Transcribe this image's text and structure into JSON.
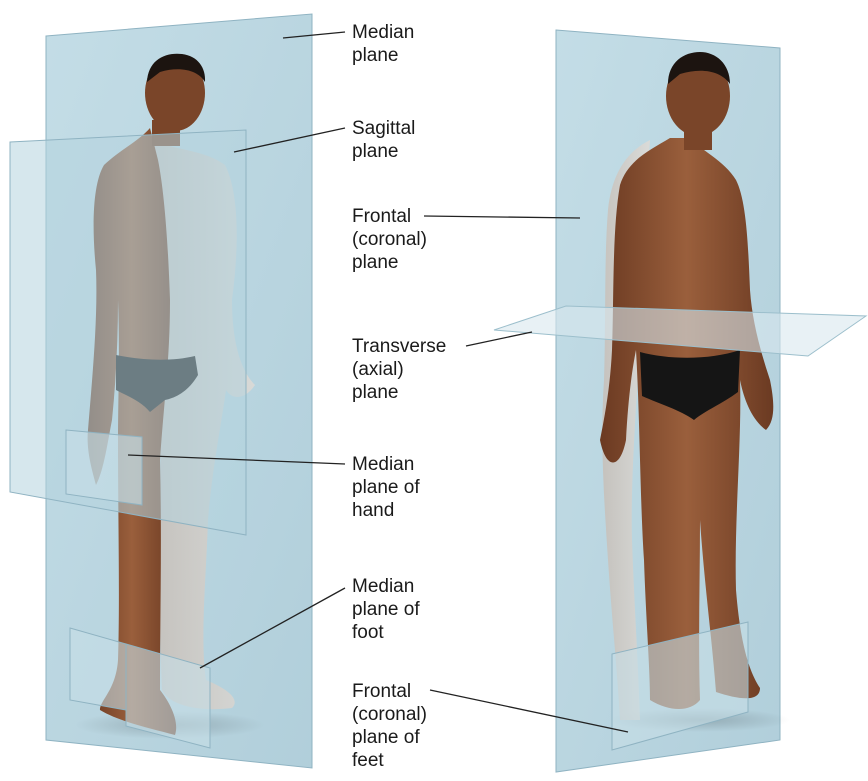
{
  "colors": {
    "plane_fill": "#a9cbd8",
    "plane_edge": "#8fb3c2",
    "skin": "#8a5232",
    "skin_dark": "#5e3320",
    "hair": "#1c1410",
    "swimwear": "#151515",
    "leader_line": "#222222",
    "label_text": "#1a1a1a"
  },
  "labels": {
    "median_plane": [
      "Median",
      "plane"
    ],
    "sagittal_plane": [
      "Sagittal",
      "plane"
    ],
    "frontal_plane": [
      "Frontal",
      "(coronal)",
      "plane"
    ],
    "transverse_plane": [
      "Transverse",
      "(axial)",
      "plane"
    ],
    "median_plane_hand": [
      "Median",
      "plane of",
      "hand"
    ],
    "median_plane_foot": [
      "Median",
      "plane of",
      "foot"
    ],
    "frontal_plane_feet": [
      "Frontal",
      "(coronal)",
      "plane of",
      "feet"
    ]
  }
}
